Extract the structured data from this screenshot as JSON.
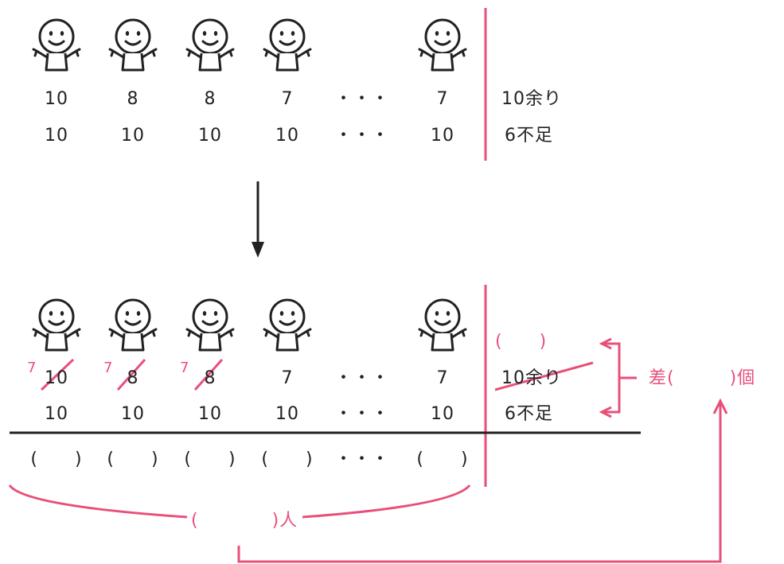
{
  "colors": {
    "ink": "#222222",
    "accent": "#e8507a"
  },
  "top": {
    "row1": [
      "10",
      "8",
      "8",
      "7",
      "・・・",
      "7"
    ],
    "row2": [
      "10",
      "10",
      "10",
      "10",
      "・・・",
      "10"
    ],
    "surplus": "10余り",
    "shortage": "6不足"
  },
  "bottom": {
    "row1": [
      "10",
      "8",
      "8",
      "7",
      "・・・",
      "7"
    ],
    "corrections": [
      "7",
      "7",
      "7"
    ],
    "row2": [
      "10",
      "10",
      "10",
      "10",
      "・・・",
      "10"
    ],
    "surplus": "10余り",
    "shortage": "6不足",
    "blank_top": "(　　)",
    "blanks": [
      "(　　)",
      "(　　)",
      "(　　)",
      "(　　)",
      "・・・",
      "(　　)"
    ],
    "people_label": "(　　　　)人",
    "diff_label": "差(　　　)個"
  }
}
